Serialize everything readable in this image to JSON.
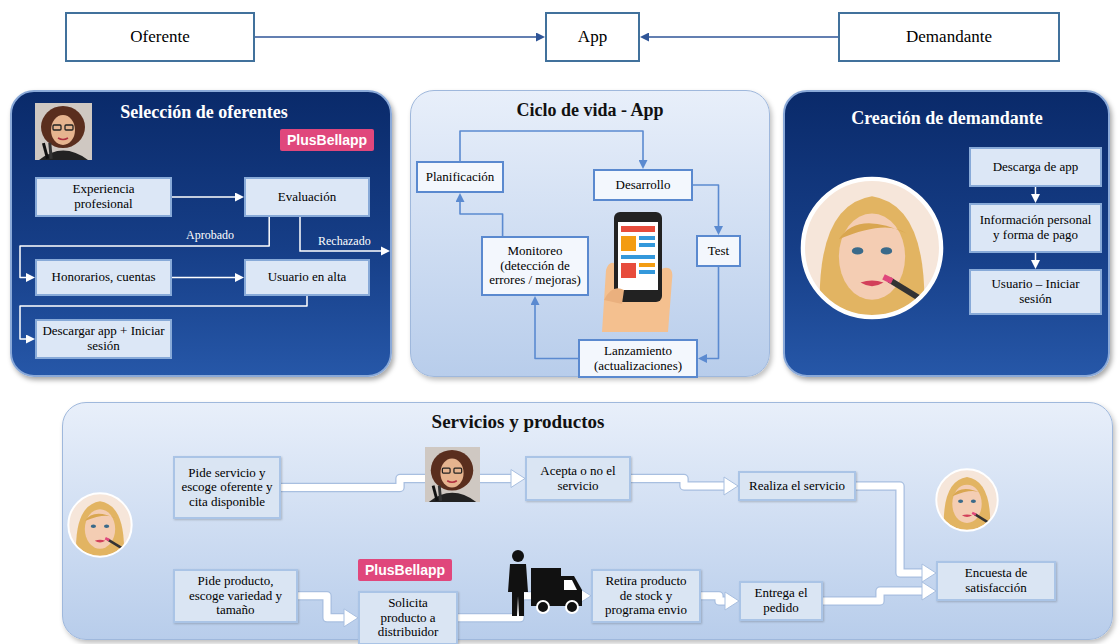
{
  "diagram": {
    "nodes": [
      {
        "text": [
          "Oferente"
        ]
      },
      {
        "text": [
          "App"
        ]
      },
      {
        "text": [
          "Demandante"
        ]
      },
      {
        "text": [
          "Selección de oferentes"
        ]
      },
      {
        "text": [
          "PlusBellapp"
        ],
        "in": 3
      },
      {
        "text": [
          "Experiencia profesional"
        ],
        "in": 3
      },
      {
        "text": [
          "Evaluación"
        ],
        "in": 3
      },
      {
        "text": [
          "Honorarios, cuentas"
        ],
        "in": 3
      },
      {
        "text": [
          "Usuario en alta"
        ],
        "in": 3
      },
      {
        "text": [
          "Descargar app + Iniciar sesión"
        ],
        "in": 3
      },
      {
        "text": [
          "Ciclo de vida - App"
        ]
      },
      {
        "text": [
          "Planificación"
        ],
        "in": 10
      },
      {
        "text": [
          "Desarrollo"
        ],
        "in": 10
      },
      {
        "text": [
          "Test"
        ],
        "in": 10
      },
      {
        "text": [
          "Monitoreo (detección de errores / mejoras)"
        ],
        "in": 10
      },
      {
        "text": [
          "Lanzamiento (actualizaciones)"
        ],
        "in": 10
      },
      {
        "text": [
          "Creación de demandante"
        ]
      },
      {
        "text": [
          "Descarga de app"
        ],
        "in": 16
      },
      {
        "text": [
          "Información personal y forma de pago"
        ],
        "in": 16
      },
      {
        "text": [
          "Usuario – Iniciar sesión"
        ],
        "in": 16
      },
      {
        "text": [
          "Servicios y productos"
        ]
      },
      {
        "text": [
          "Pide servicio y escoge oferente y cita disponible"
        ],
        "in": 20
      },
      {
        "text": [
          "Acepta o no el servicio"
        ],
        "in": 20
      },
      {
        "text": [
          "Realiza el servicio"
        ],
        "in": 20
      },
      {
        "text": [
          "Pide producto, escoge variedad y tamaño"
        ],
        "in": 20
      },
      {
        "text": [
          "PlusBellapp"
        ],
        "in": 20
      },
      {
        "text": [
          "Solicita producto a distribuidor"
        ],
        "in": 20
      },
      {
        "text": [
          "Retira producto de stock y programa envio"
        ],
        "in": 20
      },
      {
        "text": [
          "Entrega el pedido"
        ],
        "in": 20
      },
      {
        "text": [
          "Encuesta de satisfacción"
        ],
        "in": 20
      }
    ],
    "edges": [
      {
        "from": 0,
        "to": 1,
        "arrow": "to"
      },
      {
        "from": 2,
        "to": 1,
        "arrow": "to"
      },
      {
        "from": 5,
        "to": 6,
        "arrow": "to"
      },
      {
        "from": 6,
        "to": 7,
        "label": "Aprobado",
        "arrow": "to"
      },
      {
        "from": 7,
        "to": 8,
        "arrow": "to"
      },
      {
        "from": 8,
        "to": 9,
        "arrow": "to"
      },
      {
        "from": 11,
        "to": 12,
        "arrow": "to"
      },
      {
        "from": 12,
        "to": 13,
        "arrow": "to"
      },
      {
        "from": 13,
        "to": 15,
        "arrow": "to"
      },
      {
        "from": 15,
        "to": 14,
        "arrow": "to"
      },
      {
        "from": 14,
        "to": 11,
        "arrow": "to"
      },
      {
        "from": 17,
        "to": 18,
        "arrow": "to"
      },
      {
        "from": 18,
        "to": 19,
        "arrow": "to"
      },
      {
        "from": 21,
        "to": 22,
        "arrow": "to"
      },
      {
        "from": 22,
        "to": 23,
        "arrow": "to"
      },
      {
        "from": 23,
        "to": 29,
        "arrow": "to"
      },
      {
        "from": 24,
        "to": 26,
        "arrow": "to"
      },
      {
        "from": 26,
        "to": 27,
        "arrow": "to"
      },
      {
        "from": 27,
        "to": 28,
        "arrow": "to"
      },
      {
        "from": 28,
        "to": 29,
        "arrow": "to"
      }
    ],
    "labels": [
      "Rechazado"
    ]
  }
}
